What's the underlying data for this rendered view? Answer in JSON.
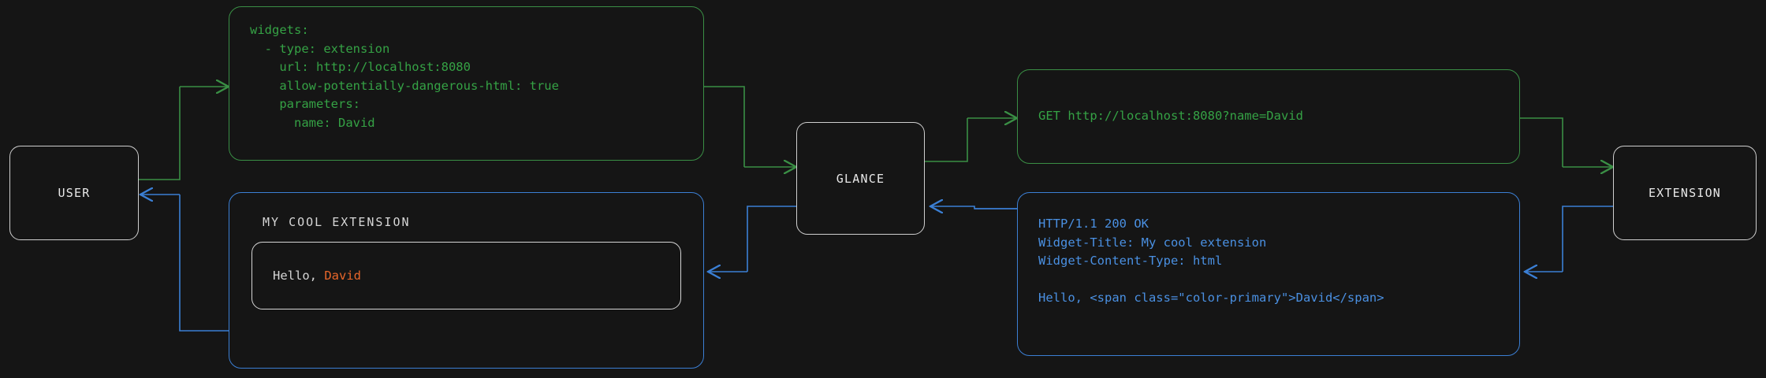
{
  "diagram": {
    "title": "glance extension widget request flow",
    "colors": {
      "background": "#151515",
      "green": "#35a245",
      "green_border": "#3a8f45",
      "blue": "#4a90e2",
      "blue_border": "#3b7fd4",
      "node_border": "#cfcfcf",
      "node_text": "#e8e8e8",
      "accent": "#e8662a"
    }
  },
  "nodes": {
    "user": "USER",
    "glance": "GLANCE",
    "extension": "EXTENSION"
  },
  "config_box": {
    "color": "green",
    "code": "widgets:\n  - type: extension\n    url: http://localhost:8080\n    allow-potentially-dangerous-html: true\n    parameters:\n      name: David"
  },
  "request_box": {
    "color": "green",
    "code": "GET http://localhost:8080?name=David"
  },
  "response_box": {
    "color": "blue",
    "code": "HTTP/1.1 200 OK\nWidget-Title: My cool extension\nWidget-Content-Type: html\n\nHello, <span class=\"color-primary\">David</span>"
  },
  "rendered_widget": {
    "color": "blue",
    "title": "MY COOL EXTENSION",
    "greeting_prefix": "Hello, ",
    "greeting_name": "David"
  }
}
